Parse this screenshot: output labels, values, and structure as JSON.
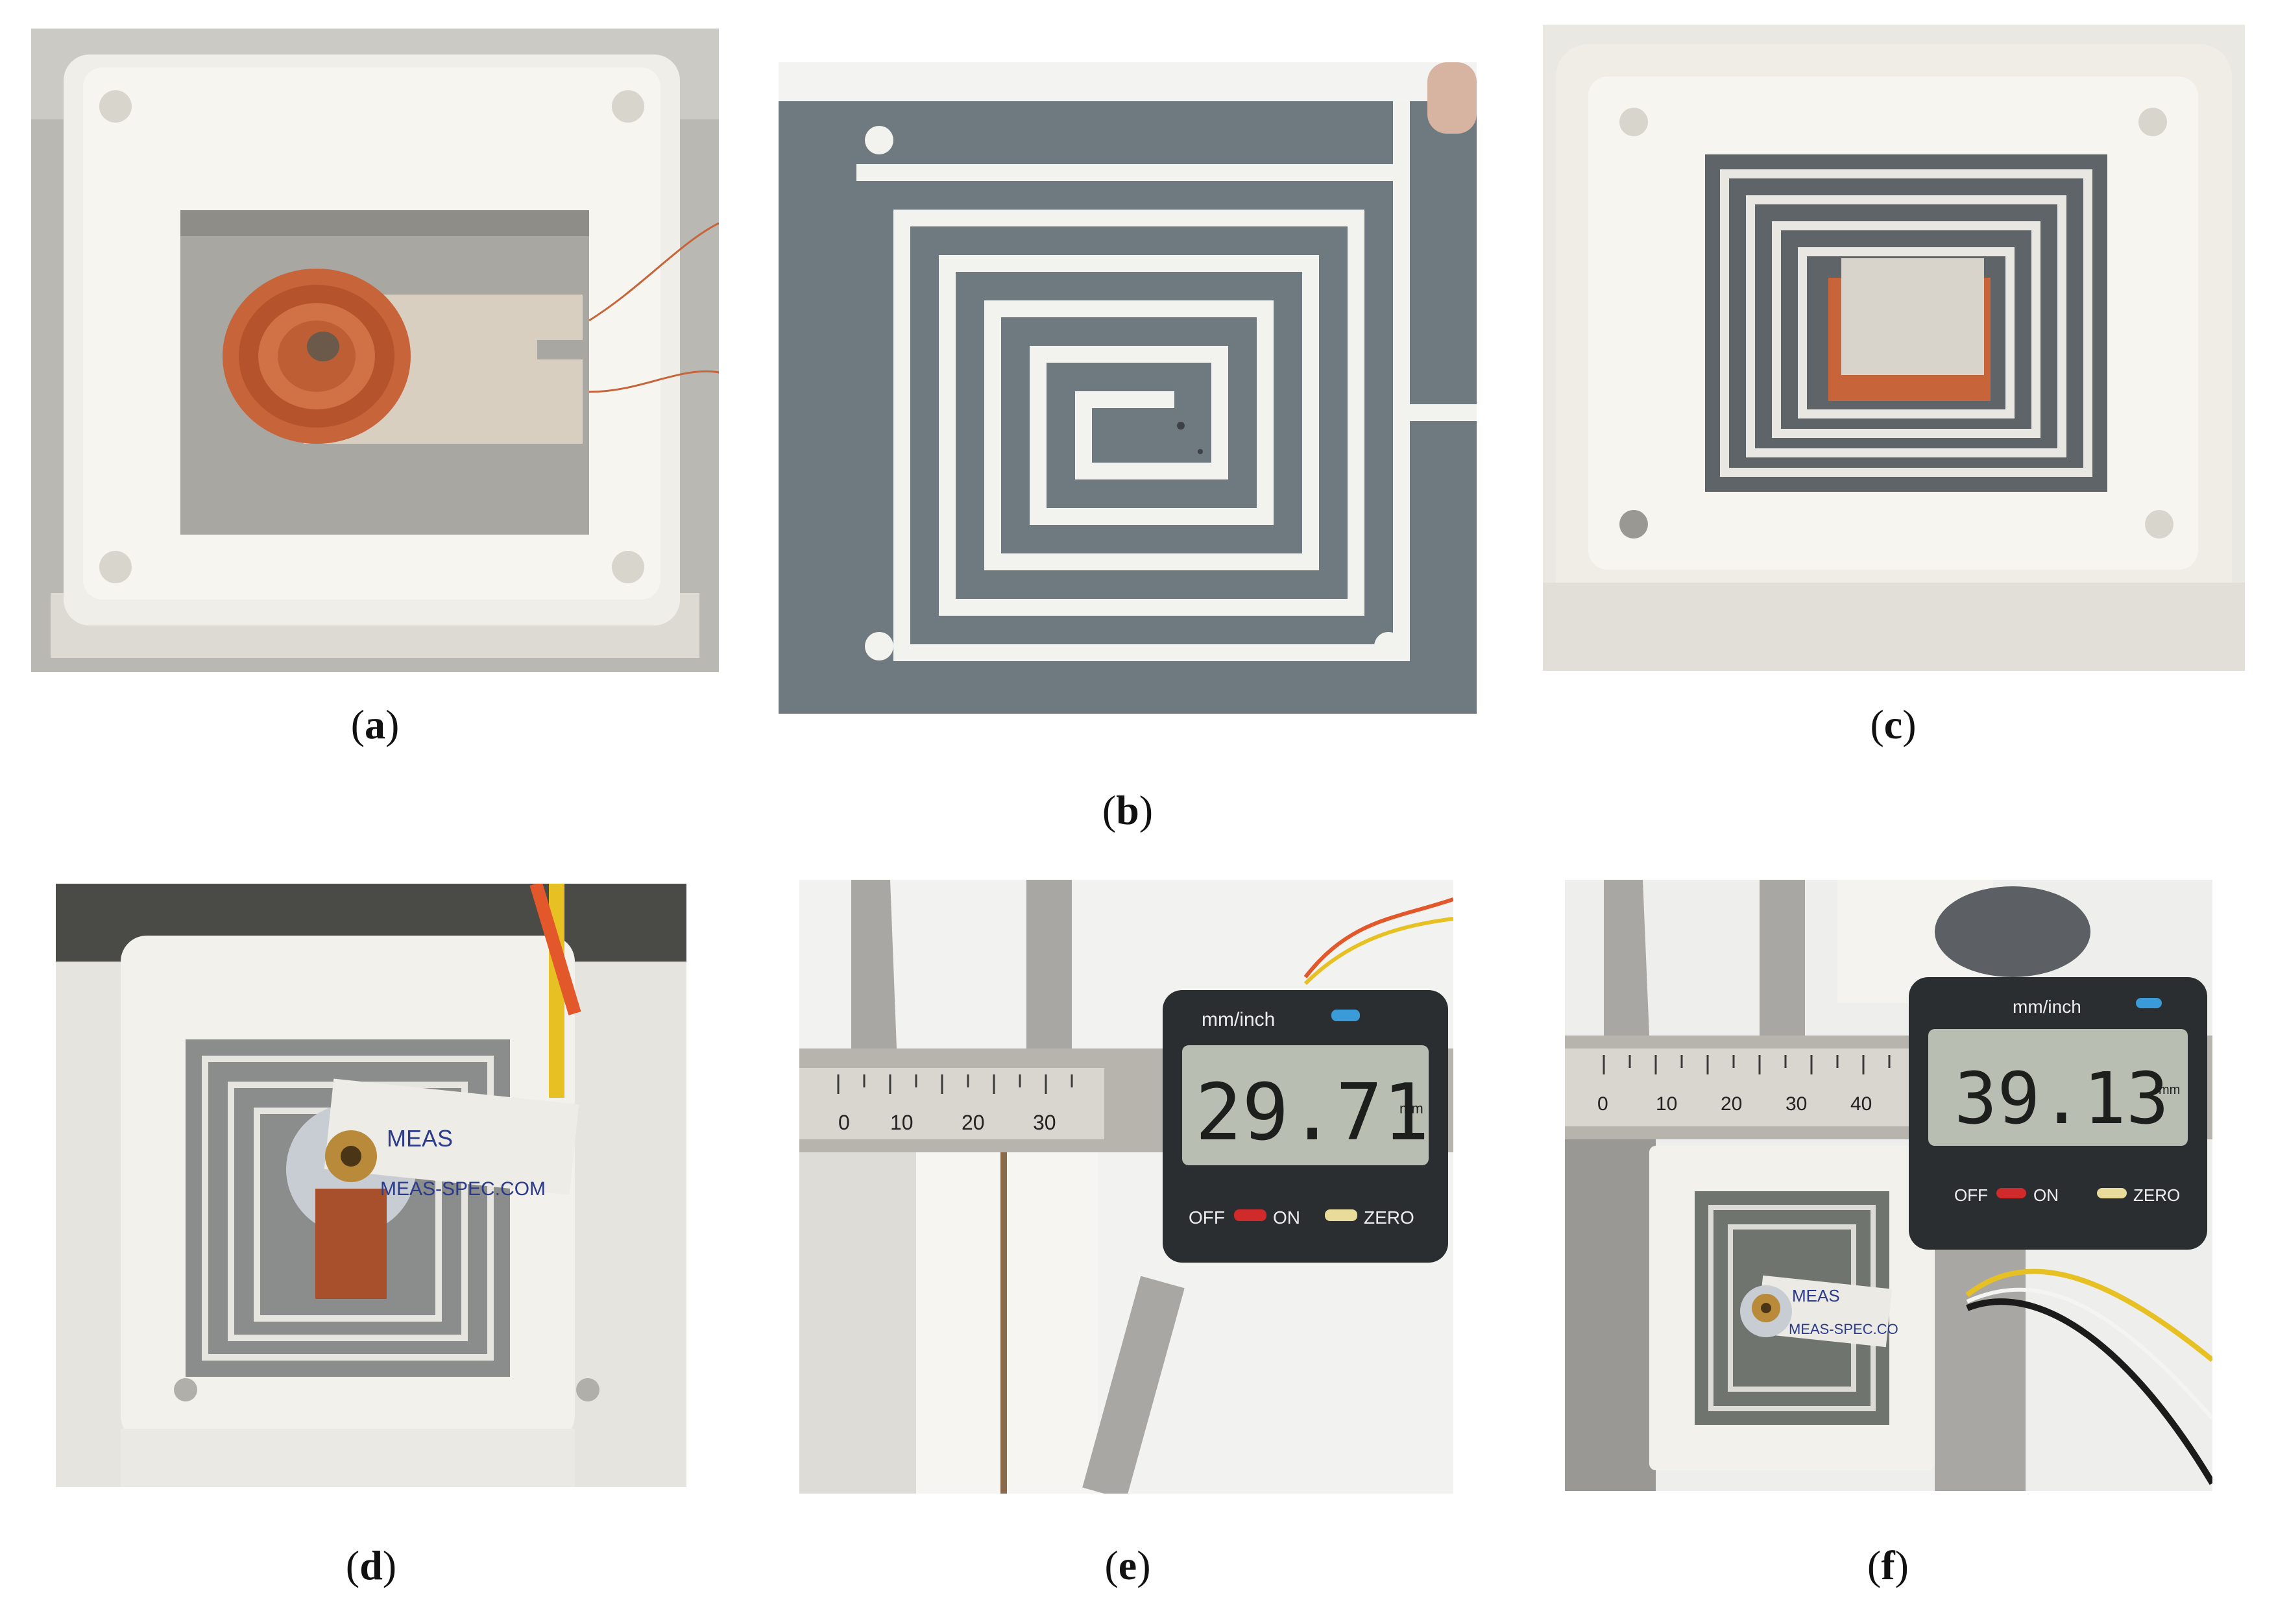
{
  "captions": {
    "a": {
      "open": "(",
      "letter": "a",
      "close": ")"
    },
    "b": {
      "open": "(",
      "letter": "b",
      "close": ")"
    },
    "c": {
      "open": "(",
      "letter": "c",
      "close": ")"
    },
    "d": {
      "open": "(",
      "letter": "d",
      "close": ")"
    },
    "e": {
      "open": "(",
      "letter": "e",
      "close": ")"
    },
    "f": {
      "open": "(",
      "letter": "f",
      "close": ")"
    }
  },
  "panel_d": {
    "label_top": "MEAS",
    "label_bottom": "MEAS-SPEC.COM"
  },
  "panel_e": {
    "unit_button": "mm/inch",
    "reading": "29.71",
    "unit": "mm",
    "off_label": "OFF",
    "on_label": "ON",
    "zero_label": "ZERO",
    "scale_numbers": [
      "0",
      "10",
      "20",
      "30"
    ]
  },
  "panel_f": {
    "unit_button": "mm/inch",
    "reading": "39.13",
    "unit": "mm",
    "off_label": "OFF",
    "on_label": "ON",
    "zero_label": "ZERO",
    "scale_numbers": [
      "0",
      "10",
      "20",
      "30",
      "40"
    ],
    "label_top": "MEAS",
    "label_bottom": "MEAS-SPEC.CO"
  },
  "colors": {
    "copper": "#c8643a",
    "ptfe_white": "#f1efe9",
    "steel": "#6f7a80",
    "lcd_bg": "#b9beb3",
    "caliper_body": "#2b2e31",
    "on_red": "#d12a2a",
    "zero_yellow": "#e9dc9a"
  }
}
